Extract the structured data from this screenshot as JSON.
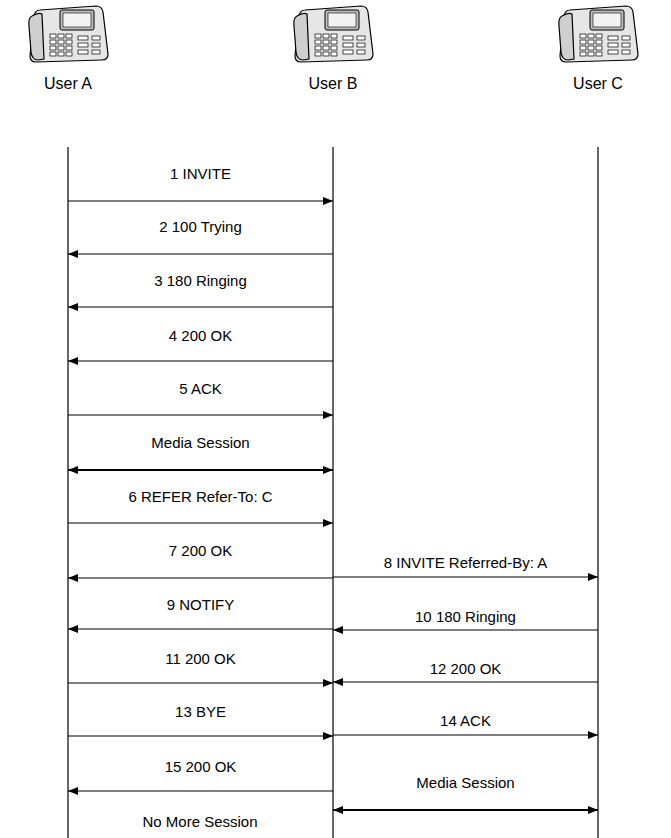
{
  "diagram": {
    "nodes": [
      {
        "text": [
          "User A"
        ]
      },
      {
        "text": [
          "User B"
        ]
      },
      {
        "text": [
          "User C"
        ]
      }
    ],
    "edges": [
      {
        "from": 0,
        "to": 1,
        "label": "1 INVITE",
        "arrow": "to"
      },
      {
        "from": 1,
        "to": 0,
        "label": "2 100 Trying",
        "arrow": "to"
      },
      {
        "from": 1,
        "to": 0,
        "label": "3 180 Ringing",
        "arrow": "to"
      },
      {
        "from": 1,
        "to": 0,
        "label": "4 200 OK",
        "arrow": "to"
      },
      {
        "from": 0,
        "to": 1,
        "label": "5 ACK",
        "arrow": "to"
      },
      {
        "from": 0,
        "to": 1,
        "label": "Media Session",
        "arrow": "both"
      },
      {
        "from": 0,
        "to": 1,
        "label": "6 REFER Refer-To: C",
        "arrow": "to"
      },
      {
        "from": 1,
        "to": 0,
        "label": "7 200 OK",
        "arrow": "to"
      },
      {
        "from": 1,
        "to": 2,
        "label": "8 INVITE Referred-By: A",
        "arrow": "to"
      },
      {
        "from": 1,
        "to": 0,
        "label": "9 NOTIFY",
        "arrow": "to"
      },
      {
        "from": 2,
        "to": 1,
        "label": "10 180 Ringing",
        "arrow": "to"
      },
      {
        "from": 0,
        "to": 1,
        "label": "11 200 OK",
        "arrow": "to"
      },
      {
        "from": 2,
        "to": 1,
        "label": "12 200 OK",
        "arrow": "to"
      },
      {
        "from": 0,
        "to": 1,
        "label": "13 BYE",
        "arrow": "to"
      },
      {
        "from": 1,
        "to": 2,
        "label": "14 ACK",
        "arrow": "to"
      },
      {
        "from": 1,
        "to": 0,
        "label": "15 200 OK",
        "arrow": "to"
      },
      {
        "from": 1,
        "to": 2,
        "label": "Media Session",
        "arrow": "both"
      }
    ],
    "labels": [
      "No More Session"
    ]
  }
}
